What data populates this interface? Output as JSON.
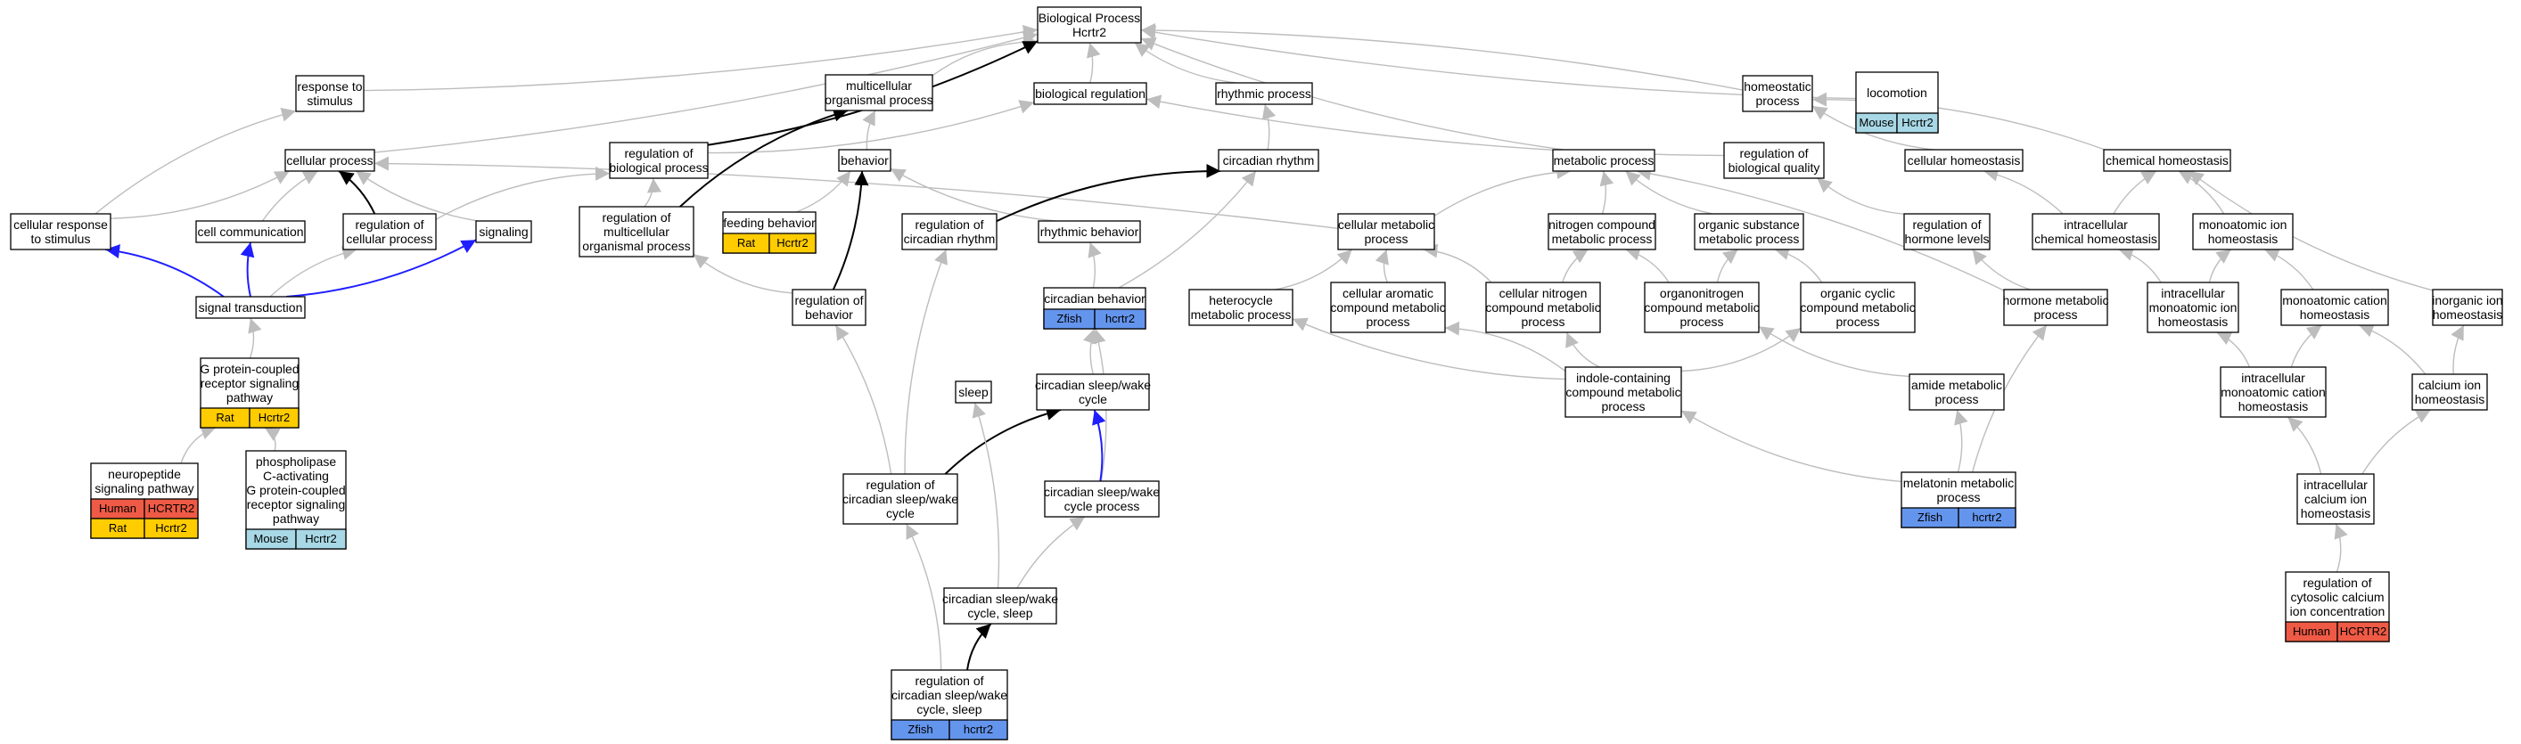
{
  "colors": {
    "edge_gray": "#bdbdbd",
    "edge_black": "#000000",
    "edge_blue": "#1e1eff",
    "Human": "#ee5a45",
    "Rat": "#ffcc00",
    "Mouse": "#a8d8e6",
    "Zfish": "#6495ed"
  },
  "nodes": [
    {
      "id": "bp",
      "lines": [
        "Biological Process",
        "Hcrtr2"
      ]
    },
    {
      "id": "resp",
      "lines": [
        "response to",
        "stimulus"
      ]
    },
    {
      "id": "multi",
      "lines": [
        "multicellular",
        "organismal process"
      ]
    },
    {
      "id": "bioreg",
      "lines": [
        "biological regulation"
      ]
    },
    {
      "id": "rhythmic",
      "lines": [
        "rhythmic process"
      ]
    },
    {
      "id": "homeo",
      "lines": [
        "homeostatic",
        "process"
      ]
    },
    {
      "id": "loco",
      "lines": [
        "locomotion"
      ],
      "species": [
        "Mouse",
        "Hcrtr2"
      ]
    },
    {
      "id": "cellproc",
      "lines": [
        "cellular process"
      ]
    },
    {
      "id": "regbio",
      "lines": [
        "regulation of",
        "biological process"
      ]
    },
    {
      "id": "behavior",
      "lines": [
        "behavior"
      ]
    },
    {
      "id": "circrhythm",
      "lines": [
        "circadian rhythm"
      ]
    },
    {
      "id": "metab",
      "lines": [
        "metabolic process"
      ]
    },
    {
      "id": "regbioqual",
      "lines": [
        "regulation of",
        "biological quality"
      ]
    },
    {
      "id": "cellhomeo",
      "lines": [
        "cellular homeostasis"
      ]
    },
    {
      "id": "chemhomeo",
      "lines": [
        "chemical homeostasis"
      ]
    },
    {
      "id": "cellresp",
      "lines": [
        "cellular response",
        "to stimulus"
      ]
    },
    {
      "id": "cellcomm",
      "lines": [
        "cell communication"
      ]
    },
    {
      "id": "regcell",
      "lines": [
        "regulation of",
        "cellular process"
      ]
    },
    {
      "id": "signaling",
      "lines": [
        "signaling"
      ]
    },
    {
      "id": "regmulti",
      "lines": [
        "regulation of",
        "multicellular",
        "organismal process"
      ]
    },
    {
      "id": "feeding",
      "lines": [
        "feeding behavior"
      ],
      "species": [
        "Rat",
        "Hcrtr2"
      ]
    },
    {
      "id": "regcirc",
      "lines": [
        "regulation of",
        "circadian rhythm"
      ]
    },
    {
      "id": "rhythbeh",
      "lines": [
        "rhythmic behavior"
      ]
    },
    {
      "id": "cellmetab",
      "lines": [
        "cellular metabolic",
        "process"
      ]
    },
    {
      "id": "nitro",
      "lines": [
        "nitrogen compound",
        "metabolic process"
      ]
    },
    {
      "id": "orgsub",
      "lines": [
        "organic substance",
        "metabolic process"
      ]
    },
    {
      "id": "reghorm",
      "lines": [
        "regulation of",
        "hormone levels"
      ]
    },
    {
      "id": "intrachem",
      "lines": [
        "intracellular",
        "chemical homeostasis"
      ]
    },
    {
      "id": "monoion",
      "lines": [
        "monoatomic ion",
        "homeostasis"
      ]
    },
    {
      "id": "sigtrans",
      "lines": [
        "signal transduction"
      ]
    },
    {
      "id": "regbeh",
      "lines": [
        "regulation of",
        "behavior"
      ]
    },
    {
      "id": "circbeh",
      "lines": [
        "circadian behavior"
      ],
      "species": [
        "Zfish",
        "hcrtr2"
      ]
    },
    {
      "id": "hetero",
      "lines": [
        "heterocycle",
        "metabolic process"
      ]
    },
    {
      "id": "cellarom",
      "lines": [
        "cellular aromatic",
        "compound metabolic",
        "process"
      ]
    },
    {
      "id": "cellnitro",
      "lines": [
        "cellular nitrogen",
        "compound metabolic",
        "process"
      ]
    },
    {
      "id": "organonitro",
      "lines": [
        "organonitrogen",
        "compound metabolic",
        "process"
      ]
    },
    {
      "id": "orgcyclic",
      "lines": [
        "organic cyclic",
        "compound metabolic",
        "process"
      ]
    },
    {
      "id": "hormmetab",
      "lines": [
        "hormone metabolic",
        "process"
      ]
    },
    {
      "id": "intramono",
      "lines": [
        "intracellular",
        "monoatomic ion",
        "homeostasis"
      ]
    },
    {
      "id": "monocat",
      "lines": [
        "monoatomic cation",
        "homeostasis"
      ]
    },
    {
      "id": "inorg",
      "lines": [
        "inorganic ion",
        "homeostasis"
      ]
    },
    {
      "id": "gpcr",
      "lines": [
        "G protein-coupled",
        "receptor signaling",
        "pathway"
      ],
      "species": [
        "Rat",
        "Hcrtr2"
      ]
    },
    {
      "id": "sleep",
      "lines": [
        "sleep"
      ]
    },
    {
      "id": "cswc",
      "lines": [
        "circadian sleep/wake",
        "cycle"
      ]
    },
    {
      "id": "indole",
      "lines": [
        "indole-containing",
        "compound metabolic",
        "process"
      ]
    },
    {
      "id": "amide",
      "lines": [
        "amide metabolic",
        "process"
      ]
    },
    {
      "id": "intramonocat",
      "lines": [
        "intracellular",
        "monoatomic cation",
        "homeostasis"
      ]
    },
    {
      "id": "calcium",
      "lines": [
        "calcium ion",
        "homeostasis"
      ]
    },
    {
      "id": "neuro",
      "lines": [
        "neuropeptide",
        "signaling pathway"
      ],
      "species": [
        "Human",
        "HCRTR2"
      ],
      "species2": [
        "Rat",
        "Hcrtr2"
      ]
    },
    {
      "id": "plc",
      "lines": [
        "phospholipase",
        "C-activating",
        "G protein-coupled",
        "receptor signaling",
        "pathway"
      ],
      "species": [
        "Mouse",
        "Hcrtr2"
      ]
    },
    {
      "id": "regcswc",
      "lines": [
        "regulation of",
        "circadian sleep/wake",
        "cycle"
      ]
    },
    {
      "id": "cswcproc",
      "lines": [
        "circadian sleep/wake",
        "cycle process"
      ]
    },
    {
      "id": "melatonin",
      "lines": [
        "melatonin metabolic",
        "process"
      ],
      "species": [
        "Zfish",
        "hcrtr2"
      ]
    },
    {
      "id": "intracalc",
      "lines": [
        "intracellular",
        "calcium ion",
        "homeostasis"
      ]
    },
    {
      "id": "cswcsleep",
      "lines": [
        "circadian sleep/wake",
        "cycle, sleep"
      ]
    },
    {
      "id": "regcyto",
      "lines": [
        "regulation of",
        "cytosolic calcium",
        "ion concentration"
      ],
      "species": [
        "Human",
        "HCRTR2"
      ]
    },
    {
      "id": "regcswcsleep",
      "lines": [
        "regulation of",
        "circadian sleep/wake",
        "cycle, sleep"
      ],
      "species": [
        "Zfish",
        "hcrtr2"
      ]
    }
  ],
  "edges": [
    {
      "from": "resp",
      "to": "bp",
      "type": "gray"
    },
    {
      "from": "multi",
      "to": "bp",
      "type": "gray"
    },
    {
      "from": "bioreg",
      "to": "bp",
      "type": "gray"
    },
    {
      "from": "rhythmic",
      "to": "bp",
      "type": "gray"
    },
    {
      "from": "homeo",
      "to": "bp",
      "type": "gray"
    },
    {
      "from": "loco",
      "to": "bp",
      "type": "gray"
    },
    {
      "from": "cellproc",
      "to": "bp",
      "type": "gray"
    },
    {
      "from": "metab",
      "to": "bp",
      "type": "gray"
    },
    {
      "from": "regbio",
      "to": "bp",
      "type": "black"
    },
    {
      "from": "behavior",
      "to": "multi",
      "type": "gray"
    },
    {
      "from": "regbio",
      "to": "bioreg",
      "type": "gray"
    },
    {
      "from": "regbioqual",
      "to": "bioreg",
      "type": "gray"
    },
    {
      "from": "circrhythm",
      "to": "rhythmic",
      "type": "gray"
    },
    {
      "from": "cellhomeo",
      "to": "homeo",
      "type": "gray"
    },
    {
      "from": "chemhomeo",
      "to": "homeo",
      "type": "gray"
    },
    {
      "from": "cellresp",
      "to": "resp",
      "type": "gray"
    },
    {
      "from": "cellresp",
      "to": "cellproc",
      "type": "gray"
    },
    {
      "from": "cellcomm",
      "to": "cellproc",
      "type": "gray"
    },
    {
      "from": "regcell",
      "to": "cellproc",
      "type": "black"
    },
    {
      "from": "signaling",
      "to": "cellproc",
      "type": "gray"
    },
    {
      "from": "cellmetab",
      "to": "cellproc",
      "type": "gray"
    },
    {
      "from": "regcell",
      "to": "regbio",
      "type": "gray"
    },
    {
      "from": "regmulti",
      "to": "regbio",
      "type": "gray"
    },
    {
      "from": "regmulti",
      "to": "multi",
      "type": "black"
    },
    {
      "from": "feeding",
      "to": "behavior",
      "type": "gray"
    },
    {
      "from": "rhythbeh",
      "to": "behavior",
      "type": "gray"
    },
    {
      "from": "regbeh",
      "to": "behavior",
      "type": "black"
    },
    {
      "from": "regcirc",
      "to": "circrhythm",
      "type": "black"
    },
    {
      "from": "circbeh",
      "to": "circrhythm",
      "type": "gray"
    },
    {
      "from": "cellmetab",
      "to": "metab",
      "type": "gray"
    },
    {
      "from": "nitro",
      "to": "metab",
      "type": "gray"
    },
    {
      "from": "orgsub",
      "to": "metab",
      "type": "gray"
    },
    {
      "from": "hormmetab",
      "to": "metab",
      "type": "gray"
    },
    {
      "from": "reghorm",
      "to": "regbioqual",
      "type": "gray"
    },
    {
      "from": "intrachem",
      "to": "cellhomeo",
      "type": "gray"
    },
    {
      "from": "intrachem",
      "to": "chemhomeo",
      "type": "gray"
    },
    {
      "from": "monoion",
      "to": "chemhomeo",
      "type": "gray"
    },
    {
      "from": "inorg",
      "to": "chemhomeo",
      "type": "gray"
    },
    {
      "from": "sigtrans",
      "to": "cellresp",
      "type": "blue"
    },
    {
      "from": "sigtrans",
      "to": "cellcomm",
      "type": "blue"
    },
    {
      "from": "sigtrans",
      "to": "signaling",
      "type": "blue"
    },
    {
      "from": "sigtrans",
      "to": "regcell",
      "type": "gray"
    },
    {
      "from": "circbeh",
      "to": "rhythbeh",
      "type": "gray"
    },
    {
      "from": "regbeh",
      "to": "regmulti",
      "type": "gray"
    },
    {
      "from": "hetero",
      "to": "cellmetab",
      "type": "gray"
    },
    {
      "from": "cellarom",
      "to": "cellmetab",
      "type": "gray"
    },
    {
      "from": "cellnitro",
      "to": "cellmetab",
      "type": "gray"
    },
    {
      "from": "cellnitro",
      "to": "nitro",
      "type": "gray"
    },
    {
      "from": "organonitro",
      "to": "nitro",
      "type": "gray"
    },
    {
      "from": "organonitro",
      "to": "orgsub",
      "type": "gray"
    },
    {
      "from": "orgcyclic",
      "to": "orgsub",
      "type": "gray"
    },
    {
      "from": "hormmetab",
      "to": "reghorm",
      "type": "gray"
    },
    {
      "from": "intramono",
      "to": "intrachem",
      "type": "gray"
    },
    {
      "from": "intramono",
      "to": "monoion",
      "type": "gray"
    },
    {
      "from": "monocat",
      "to": "monoion",
      "type": "gray"
    },
    {
      "from": "calcium",
      "to": "inorg",
      "type": "gray"
    },
    {
      "from": "gpcr",
      "to": "sigtrans",
      "type": "gray"
    },
    {
      "from": "cswc",
      "to": "circbeh",
      "type": "gray"
    },
    {
      "from": "cswcproc",
      "to": "circbeh",
      "type": "gray"
    },
    {
      "from": "indole",
      "to": "hetero",
      "type": "gray"
    },
    {
      "from": "indole",
      "to": "cellarom",
      "type": "gray"
    },
    {
      "from": "indole",
      "to": "cellnitro",
      "type": "gray"
    },
    {
      "from": "indole",
      "to": "orgcyclic",
      "type": "gray"
    },
    {
      "from": "amide",
      "to": "organonitro",
      "type": "gray"
    },
    {
      "from": "intramonocat",
      "to": "intramono",
      "type": "gray"
    },
    {
      "from": "intramonocat",
      "to": "monocat",
      "type": "gray"
    },
    {
      "from": "calcium",
      "to": "monocat",
      "type": "gray"
    },
    {
      "from": "neuro",
      "to": "gpcr",
      "type": "gray"
    },
    {
      "from": "plc",
      "to": "gpcr",
      "type": "gray"
    },
    {
      "from": "regcswc",
      "to": "regcirc",
      "type": "gray"
    },
    {
      "from": "regcswc",
      "to": "regbeh",
      "type": "gray"
    },
    {
      "from": "regcswc",
      "to": "cswc",
      "type": "black"
    },
    {
      "from": "cswcproc",
      "to": "cswc",
      "type": "blue"
    },
    {
      "from": "melatonin",
      "to": "indole",
      "type": "gray"
    },
    {
      "from": "melatonin",
      "to": "amide",
      "type": "gray"
    },
    {
      "from": "melatonin",
      "to": "hormmetab",
      "type": "gray"
    },
    {
      "from": "intracalc",
      "to": "intramonocat",
      "type": "gray"
    },
    {
      "from": "intracalc",
      "to": "calcium",
      "type": "gray"
    },
    {
      "from": "cswcsleep",
      "to": "sleep",
      "type": "gray"
    },
    {
      "from": "cswcsleep",
      "to": "cswcproc",
      "type": "gray"
    },
    {
      "from": "regcswcsleep",
      "to": "regcswc",
      "type": "gray"
    },
    {
      "from": "regcswcsleep",
      "to": "cswcsleep",
      "type": "black"
    },
    {
      "from": "regcyto",
      "to": "intracalc",
      "type": "gray"
    }
  ]
}
